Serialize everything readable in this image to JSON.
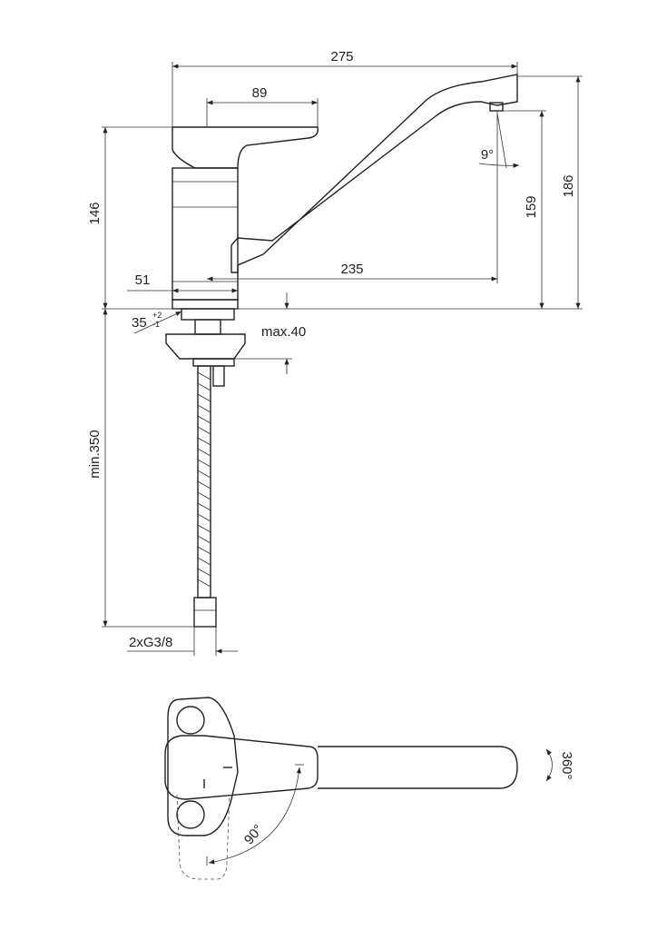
{
  "dimensions": {
    "overall_length": "275",
    "handle_length": "89",
    "spout_angle": "9°",
    "overall_height": "186",
    "spout_outlet_height": "159",
    "body_height": "146",
    "spout_reach": "235",
    "body_diameter": "51",
    "hole_diameter": "35",
    "hole_tol_plus": "+2",
    "hole_tol_minus": "-1",
    "max_thickness": "max.40",
    "hose_length": "min.350",
    "connection": "2xG3/8",
    "handle_rotation": "90°",
    "spout_rotation": "360°"
  }
}
